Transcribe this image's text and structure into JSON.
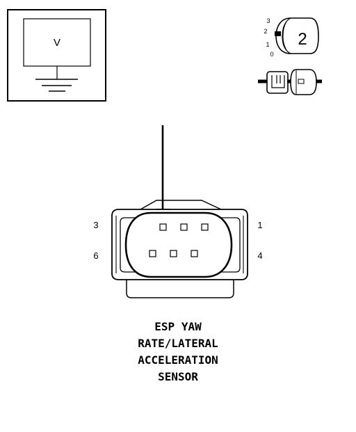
{
  "meter": {
    "symbol": "V"
  },
  "probe": {
    "positions": [
      "3",
      "2",
      "1",
      "0"
    ],
    "number": "2"
  },
  "connector": {
    "pins_left": [
      "3",
      "6"
    ],
    "pins_right": [
      "1",
      "4"
    ]
  },
  "caption": {
    "lines": [
      "ESP YAW",
      "RATE/LATERAL",
      "ACCELERATION",
      "SENSOR"
    ]
  },
  "colors": {
    "ink": "#000000",
    "background": "#ffffff"
  }
}
